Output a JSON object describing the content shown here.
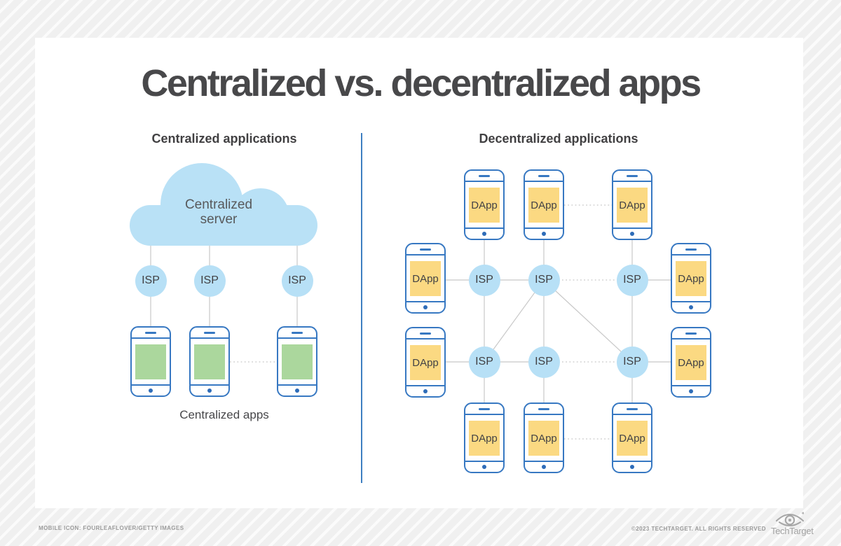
{
  "title": "Centralized vs. decentralized apps",
  "left_panel": {
    "heading": "Centralized applications",
    "cloud": {
      "line1": "Centralized",
      "line2": "server"
    },
    "isp_label": "ISP",
    "caption": "Centralized apps"
  },
  "right_panel": {
    "heading": "Decentralized applications",
    "isp_label": "ISP",
    "dapp_label": "DApp"
  },
  "footer": {
    "credit": "MOBILE ICON: FOURLEAFLOVER/GETTY IMAGES",
    "copyright": "©2023 TECHTARGET. ALL RIGHTS RESERVED",
    "brand": "TechTarget"
  },
  "colors": {
    "title_text": "#48484a",
    "heading_text": "#414042",
    "phone_border": "#3778c2",
    "screen_green": "#abd79d",
    "screen_yellow": "#fbd982",
    "node_blue": "#b7e0f6",
    "line_gray": "#c8c8c8",
    "divider_blue": "#3f7fc1",
    "footer_gray": "#9b9b9b"
  }
}
